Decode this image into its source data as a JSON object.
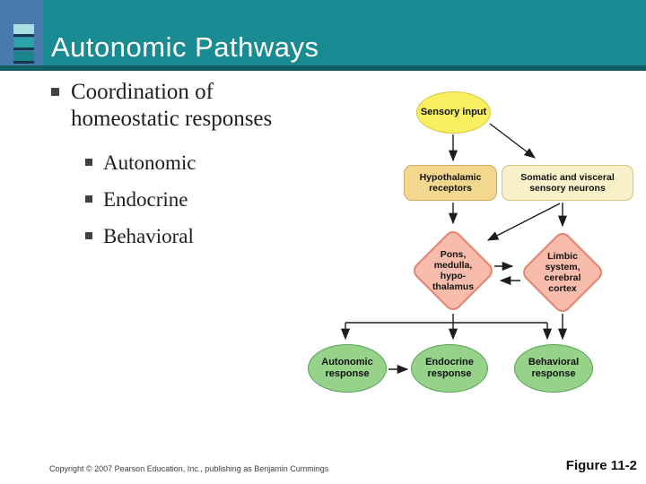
{
  "slide": {
    "title": "Autonomic Pathways"
  },
  "bullets": {
    "main": "Coordination of homeostatic responses",
    "sub": [
      "Autonomic",
      "Endocrine",
      "Behavioral"
    ]
  },
  "footer": {
    "copyright": "Copyright © 2007 Pearson Education, Inc., publishing as Benjamin Cummings",
    "figure_label": "Figure 11-2"
  },
  "colors": {
    "banner_teal": "#1A8A93",
    "banner_stripe": "#0F5F66",
    "logo_blue": "#4A7AAD",
    "yellow_node": "#F8F05F",
    "tan_node": "#F2D88E",
    "cream_node": "#FAF1CB",
    "salmon_node": "#F7BCAB",
    "green_node": "#96D289"
  },
  "diagram": {
    "nodes": {
      "sensory_input": "Sensory input",
      "hypothalamic_receptors": "Hypothalamic receptors",
      "somatic_visceral": "Somatic and visceral sensory neurons",
      "pons_medulla": "Pons, medulla, hypo-thalamus",
      "limbic_cortex": "Limbic system, cerebral cortex",
      "autonomic_response": "Autonomic response",
      "endocrine_response": "Endocrine response",
      "behavioral_response": "Behavioral response"
    },
    "edges": [
      {
        "from": "sensory_input",
        "to": "hypothalamic_receptors"
      },
      {
        "from": "sensory_input",
        "to": "somatic_visceral"
      },
      {
        "from": "hypothalamic_receptors",
        "to": "pons_medulla"
      },
      {
        "from": "somatic_visceral",
        "to": "pons_medulla"
      },
      {
        "from": "somatic_visceral",
        "to": "limbic_cortex"
      },
      {
        "from": "pons_medulla",
        "to": "limbic_cortex"
      },
      {
        "from": "limbic_cortex",
        "to": "pons_medulla"
      },
      {
        "from": "pons_medulla",
        "to": "autonomic_response"
      },
      {
        "from": "pons_medulla",
        "to": "endocrine_response"
      },
      {
        "from": "pons_medulla",
        "to": "behavioral_response"
      },
      {
        "from": "limbic_cortex",
        "to": "behavioral_response"
      },
      {
        "from": "autonomic_response",
        "to": "endocrine_response"
      }
    ]
  }
}
